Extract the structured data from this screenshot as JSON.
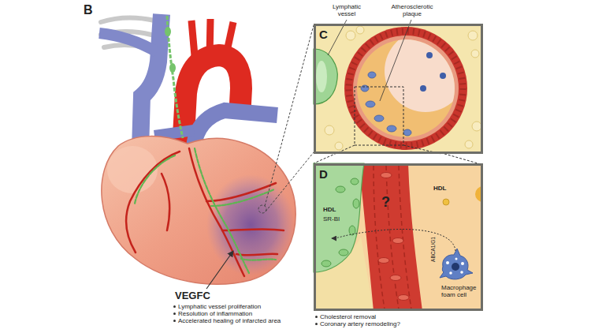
{
  "diagram": {
    "nodes": [
      {
        "text": [
          "C"
        ]
      },
      {
        "text": [
          "D"
        ]
      }
    ],
    "edges": [
      {
        "from": 0,
        "to": 1,
        "arrow": "none"
      }
    ],
    "labels": [
      "B",
      "Lymphatic vessel",
      "Atherosclerotic plaque",
      "HDL",
      "SR-BI",
      "?",
      "HDL",
      "ABCA1/G1",
      "Macrophage foam cell",
      "VEGFC",
      "Lymphatic vessel proliferation",
      "Resolution of inflammation",
      "Accelerated healing of infarcted area",
      "Cholesterol removal",
      "Coronary artery remodeling?"
    ]
  }
}
